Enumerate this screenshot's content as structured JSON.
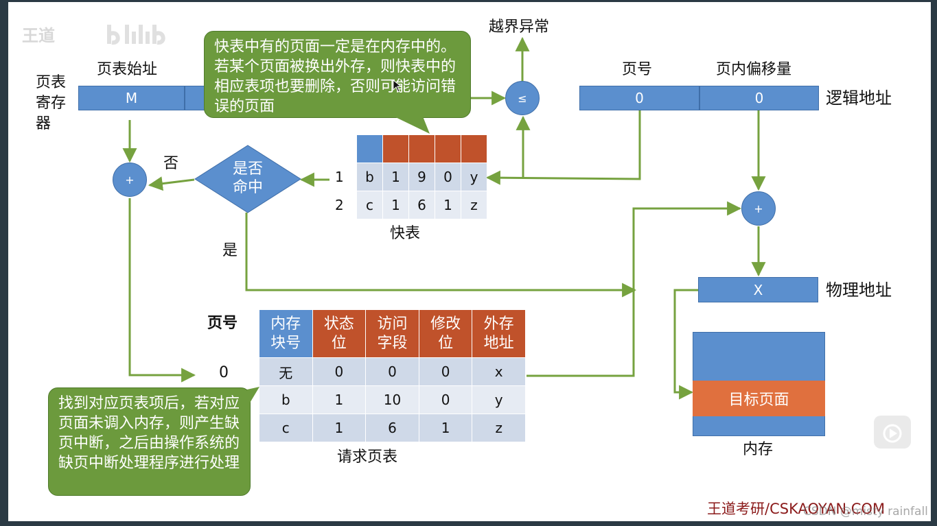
{
  "watermark_top": "王道",
  "overflow_exception": "越界异常",
  "page_table_register_label": "页表寄存器",
  "page_table_start_label": "页表始址",
  "register_value": "M",
  "compare_symbol": "≤",
  "plus_symbol": "+",
  "logical": {
    "page_no_label": "页号",
    "offset_label": "页内偏移量",
    "page_no_value": "0",
    "offset_value": "0",
    "title": "逻辑地址"
  },
  "physical": {
    "value": "X",
    "title": "物理地址"
  },
  "decision": {
    "text": "是否命中",
    "no_label": "否",
    "yes_label": "是"
  },
  "tlb": {
    "caption": "快表",
    "rows": [
      {
        "index": "1",
        "cells": [
          "b",
          "1",
          "9",
          "0",
          "y"
        ]
      },
      {
        "index": "2",
        "cells": [
          "c",
          "1",
          "6",
          "1",
          "z"
        ]
      }
    ]
  },
  "page_table": {
    "caption": "请求页表",
    "page_no_header": "页号",
    "first_row_index": "0",
    "headers": [
      "内存块号",
      "状态位",
      "访问字段",
      "修改位",
      "外存地址"
    ],
    "rows": [
      [
        "无",
        "0",
        "0",
        "0",
        "x"
      ],
      [
        "b",
        "1",
        "10",
        "0",
        "y"
      ],
      [
        "c",
        "1",
        "6",
        "1",
        "z"
      ]
    ]
  },
  "memory": {
    "target_page": "目标页面",
    "caption": "内存"
  },
  "bubble_tlb": "快表中有的页面一定是在内存中的。若某个页面被换出外存，则快表中的相应表项也要删除，否则可能访问错误的页面",
  "bubble_fault": "找到对应页表项后，若对应页面未调入内存，则产生缺页中断，之后由操作系统的缺页中断处理程序进行处理",
  "footer": "王道考研/CSKAOYAN.COM",
  "footer_overlay": "CSDN @misty rainfall",
  "colors": {
    "blue": "#5b8fce",
    "orange": "#c0522b",
    "green": "#6c9a3d",
    "memory_target": "#e0703e"
  }
}
